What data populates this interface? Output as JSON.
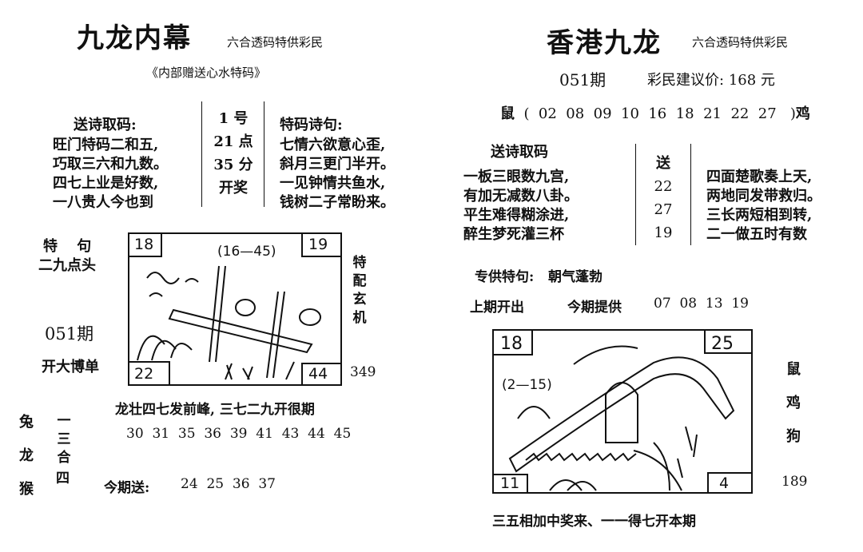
{
  "left": {
    "title": "九龙内幕",
    "subtitle": "六合透码特供彩民",
    "tagline": "《内部赠送心水特码》",
    "poem_heading": "送诗取码:",
    "poem_lines": [
      "旺门特码二和五,",
      "巧取三六和九数。",
      "四七上业是好数,",
      "一八贵人今也到"
    ],
    "draw_box": [
      "1 号",
      "21 点",
      "35 分",
      "开奖"
    ],
    "special_poem_heading": "特码诗句:",
    "special_poem_lines": [
      "七情六欲意心歪,",
      "斜月三更门半开。",
      "一见钟情共鱼水,",
      "钱树二子常盼来。"
    ],
    "special_phrase_label": "特 句",
    "special_phrase": "二九点头",
    "issue": "051期",
    "big_bet": "开大博单",
    "mystery_label": "特配玄机",
    "mystery_number": "349",
    "image_numbers": {
      "top_left": "18",
      "top_right": "19",
      "bottom_left": "22",
      "bottom_right": "44",
      "range": "(16—45)"
    },
    "verse": "龙壮四七发前峰, 三七二九开很期",
    "numbers": [
      "30",
      "31",
      "35",
      "36",
      "39",
      "41",
      "43",
      "44",
      "45"
    ],
    "zodiac": [
      "兔",
      "龙",
      "猴"
    ],
    "trio_label_1": "一三合",
    "trio_label_2": "四",
    "today_label": "今期送:",
    "today_numbers": [
      "24",
      "25",
      "36",
      "37"
    ]
  },
  "right": {
    "title": "香港九龙",
    "subtitle": "六合透码特供彩民",
    "issue": "051期",
    "price_label": "彩民建议价:",
    "price": "168 元",
    "range_start": "鼠",
    "range_numbers": [
      "02",
      "08",
      "09",
      "10",
      "16",
      "18",
      "21",
      "22",
      "27"
    ],
    "range_end": "鸡",
    "poem_heading": "送诗取码",
    "poem_left": [
      "一板三眼数九宫,",
      "有加无减数八卦。",
      "平生难得糊涂进,",
      "醉生梦死灌三杯"
    ],
    "box_numbers": [
      "送",
      "22",
      "27",
      "19"
    ],
    "poem_right": [
      "四面楚歌奏上天,",
      "两地同发带救归。",
      "三长两短相到转,",
      "二一做五时有数"
    ],
    "special_label": "专供特句:",
    "special_value": "朝气蓬勃",
    "last_issue_label": "上期开出",
    "this_issue_label": "今期提供",
    "this_issue_numbers": [
      "07",
      "08",
      "13",
      "19"
    ],
    "image_numbers": {
      "top_left": "18",
      "top_right": "25",
      "bottom_left": "11",
      "bottom_right": "4",
      "range": "(2—15)"
    },
    "zodiac": [
      "鼠",
      "鸡",
      "狗"
    ],
    "mystery_number": "189",
    "footer": "三五相加中奖来、一一得七开本期"
  }
}
